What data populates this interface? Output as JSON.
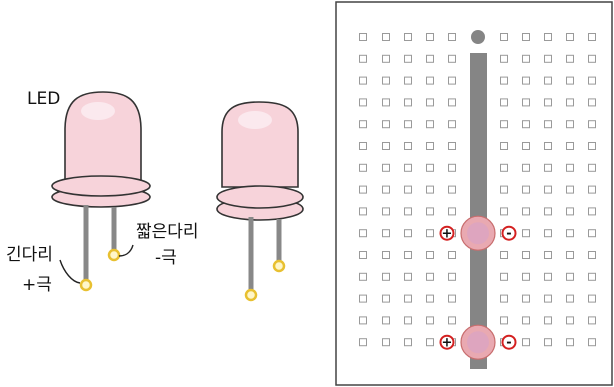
{
  "labels": {
    "led": "LED",
    "long_leg": "긴다리",
    "plus_pole": "+극",
    "short_leg": "짧은다리",
    "minus_pole": "-극"
  },
  "breadboard": {
    "rows": 15,
    "left_columns": 5,
    "right_columns": 5,
    "markers": [
      {
        "row": 10,
        "plus": "+",
        "minus": "-"
      },
      {
        "row": 15,
        "plus": "+",
        "minus": "-"
      }
    ]
  },
  "colors": {
    "led_body": "#f7d3da",
    "led_highlight": "#fbe9ee",
    "rail": "#858585",
    "lead": "#888888",
    "lead_tip": "#e8c030",
    "led_marker": "#e9a9b1",
    "marker_ring": "#d42020",
    "hole": "#9a9a9a"
  }
}
